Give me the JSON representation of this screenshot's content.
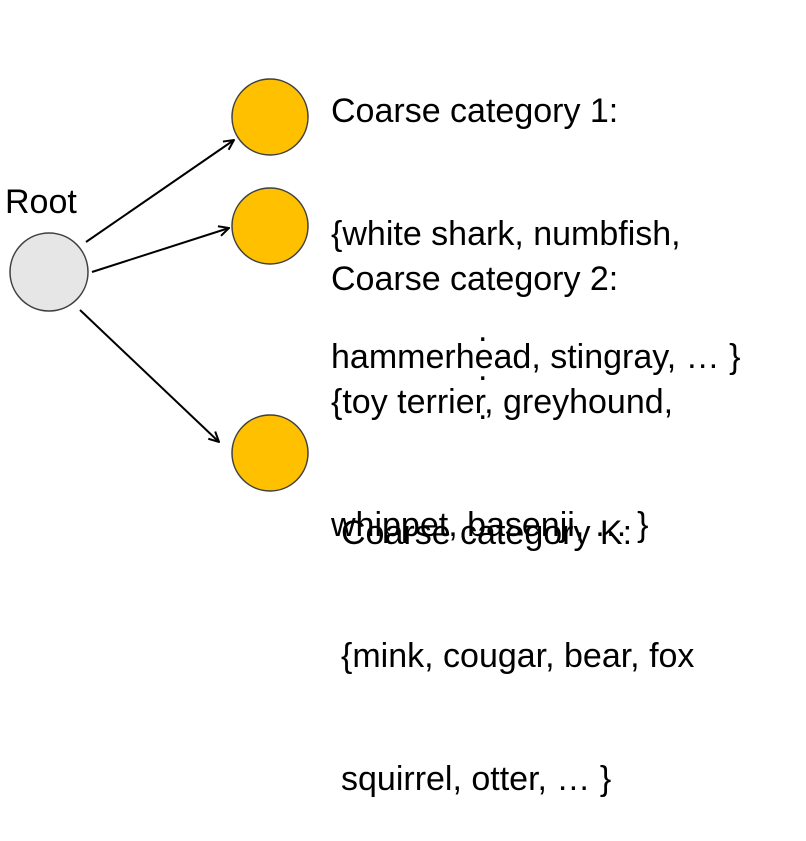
{
  "root": {
    "label": "Root",
    "fill": "#e6e6e6"
  },
  "category_fill": "#ffc000",
  "categories": [
    {
      "title": "Coarse category 1:",
      "line2": "{white shark, numbfish,",
      "line3": "hammerhead, stingray, … }"
    },
    {
      "title": "Coarse category 2:",
      "line2": "{toy terrier, greyhound,",
      "line3": "whippet, basenji, … }"
    },
    {
      "title": "Coarse category K:",
      "line2": "{mink, cougar, bear, fox",
      "line3": "squirrel, otter, … }"
    }
  ],
  "ellipsis": ".",
  "arrow_color": "#000000"
}
